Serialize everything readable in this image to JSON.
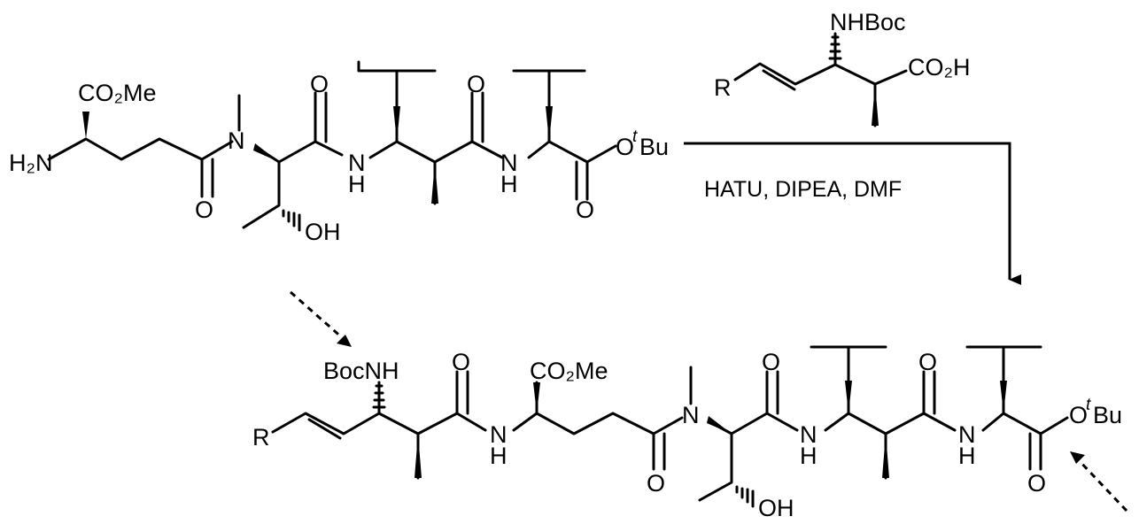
{
  "reactant1": {
    "ester_label": "CO₂Me",
    "amine_label": "H₂N",
    "n_label": "N",
    "o_label": "O",
    "nh_n": "N",
    "nh_h": "H",
    "oh_label": "OH",
    "tbu_o": "O",
    "tbu_t": "t",
    "tbu_bu": "Bu"
  },
  "reactant2": {
    "nhboc_label": "NHBoc",
    "r_label": "R",
    "acid_label": "CO₂H"
  },
  "conditions": {
    "reagents": "HATU, DIPEA, DMF"
  },
  "product": {
    "bocnh_label": "BocNH",
    "r_label": "R",
    "ester_label": "CO₂Me",
    "n_label": "N",
    "o_label": "O",
    "nh_n": "N",
    "nh_h": "H",
    "oh_label": "OH",
    "tbu_o": "O",
    "tbu_t": "t",
    "tbu_bu": "Bu"
  },
  "colors": {
    "ink": "#000000",
    "background": "#ffffff"
  }
}
